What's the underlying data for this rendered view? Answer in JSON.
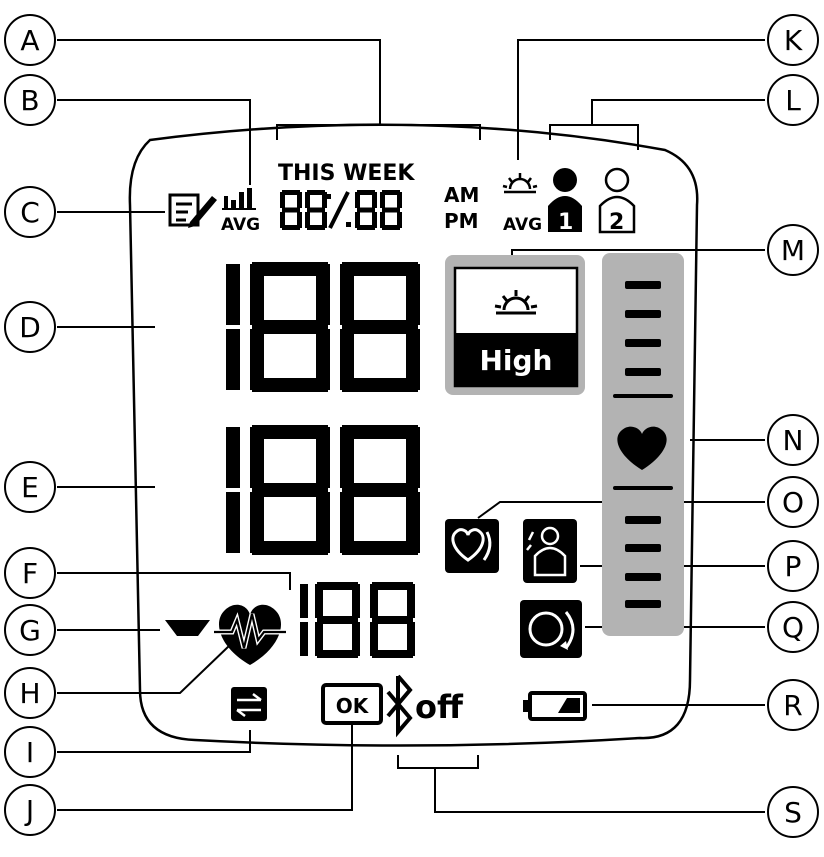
{
  "callouts": [
    {
      "id": "A"
    },
    {
      "id": "B"
    },
    {
      "id": "C"
    },
    {
      "id": "D"
    },
    {
      "id": "E"
    },
    {
      "id": "F"
    },
    {
      "id": "G"
    },
    {
      "id": "H"
    },
    {
      "id": "I"
    },
    {
      "id": "J"
    },
    {
      "id": "K"
    },
    {
      "id": "L"
    },
    {
      "id": "M"
    },
    {
      "id": "N"
    },
    {
      "id": "O"
    },
    {
      "id": "P"
    },
    {
      "id": "Q"
    },
    {
      "id": "R"
    },
    {
      "id": "S"
    }
  ],
  "display": {
    "this_week": "THIS WEEK",
    "avg_b": "AVG",
    "avg_k": "AVG",
    "am": "AM",
    "pm": "PM",
    "user1": "1",
    "user2": "2",
    "high": "High",
    "ok": "OK",
    "off": "off"
  },
  "colors": {
    "segment": "#000000",
    "panel_gray": "#b3b3b3",
    "background": "#ffffff"
  },
  "icons": [
    "memo-icon",
    "bar-chart-icon",
    "sunrise-icon",
    "user-1-icon",
    "user-2-icon",
    "heart-icon",
    "heartbeat-icon",
    "arrow-down-indicator-icon",
    "transfer-icon",
    "ok-icon",
    "bluetooth-icon",
    "battery-icon",
    "irregular-heartbeat-icon",
    "body-movement-icon",
    "cuff-wrap-icon"
  ]
}
